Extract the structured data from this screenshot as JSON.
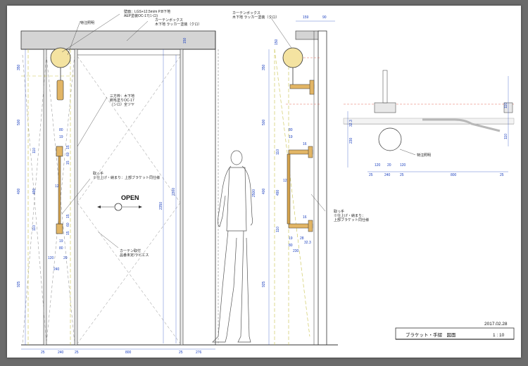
{
  "drawing": {
    "date": "2017.02.28",
    "title": "ブラケット・手摺　図面",
    "scale": "1 : 10"
  },
  "notes": {
    "wall_finish_1": "壁面：LGS+12.5m/m P.B下地",
    "wall_finish_2": "AEP塗装OC-17(シロ)",
    "special_light": "特注照明",
    "curtain_box_1": "カーテンボックス",
    "curtain_box_2": "木下地 ラッカー塗装（クロ）",
    "frame_1": "三方枠：木下地",
    "frame_2": "刷毛塗りOC-17",
    "frame_3": "（シロ）全ツヤ",
    "handle_1": "取っ手",
    "handle_2": "※仕上げ・納まり：上部ブラケット同仕様",
    "open": "OPEN",
    "curtain_rail_1": "カーテン取付",
    "curtain_rail_2": "品番未定/ラビエス",
    "side_curtain_1": "カーテンボックス",
    "side_curtain_2": "木下地 ラッカー塗装（クロ）",
    "side_handle_1": "取っ手",
    "side_handle_2": "※仕上げ・納まり：",
    "side_handle_3": "上部ブラケット同仕様",
    "plan_light": "特注照明"
  },
  "dims": {
    "front_left": [
      "350",
      "500",
      "400",
      "925"
    ],
    "front_top": "150",
    "front_small": [
      "80",
      "19",
      "110",
      "490",
      "12",
      "110",
      "19",
      "80"
    ],
    "front_small_v": [
      "15",
      "60",
      "15",
      "15",
      "60",
      "15"
    ],
    "front_widths": [
      "120",
      "20",
      "240"
    ],
    "front_bottom": [
      "25",
      "240",
      "25",
      "800",
      "25",
      "276"
    ],
    "front_height": [
      "2350",
      "2300"
    ],
    "side_top": [
      "159",
      "90"
    ],
    "side_left": [
      "350",
      "500",
      "400",
      "925"
    ],
    "side_150": "150",
    "side_height": "2500",
    "side_small": [
      "80",
      "19",
      "110",
      "490",
      "12",
      "110",
      "19",
      "80",
      "16",
      "16"
    ],
    "side_bottom": [
      "28",
      "32.3",
      "230"
    ],
    "plan_right": [
      "110",
      "110"
    ],
    "plan_left": [
      "32.3",
      "230"
    ],
    "plan_widths": [
      "120",
      "20",
      "120"
    ],
    "plan_bottom": [
      "25",
      "240",
      "25",
      "800",
      "25"
    ]
  }
}
